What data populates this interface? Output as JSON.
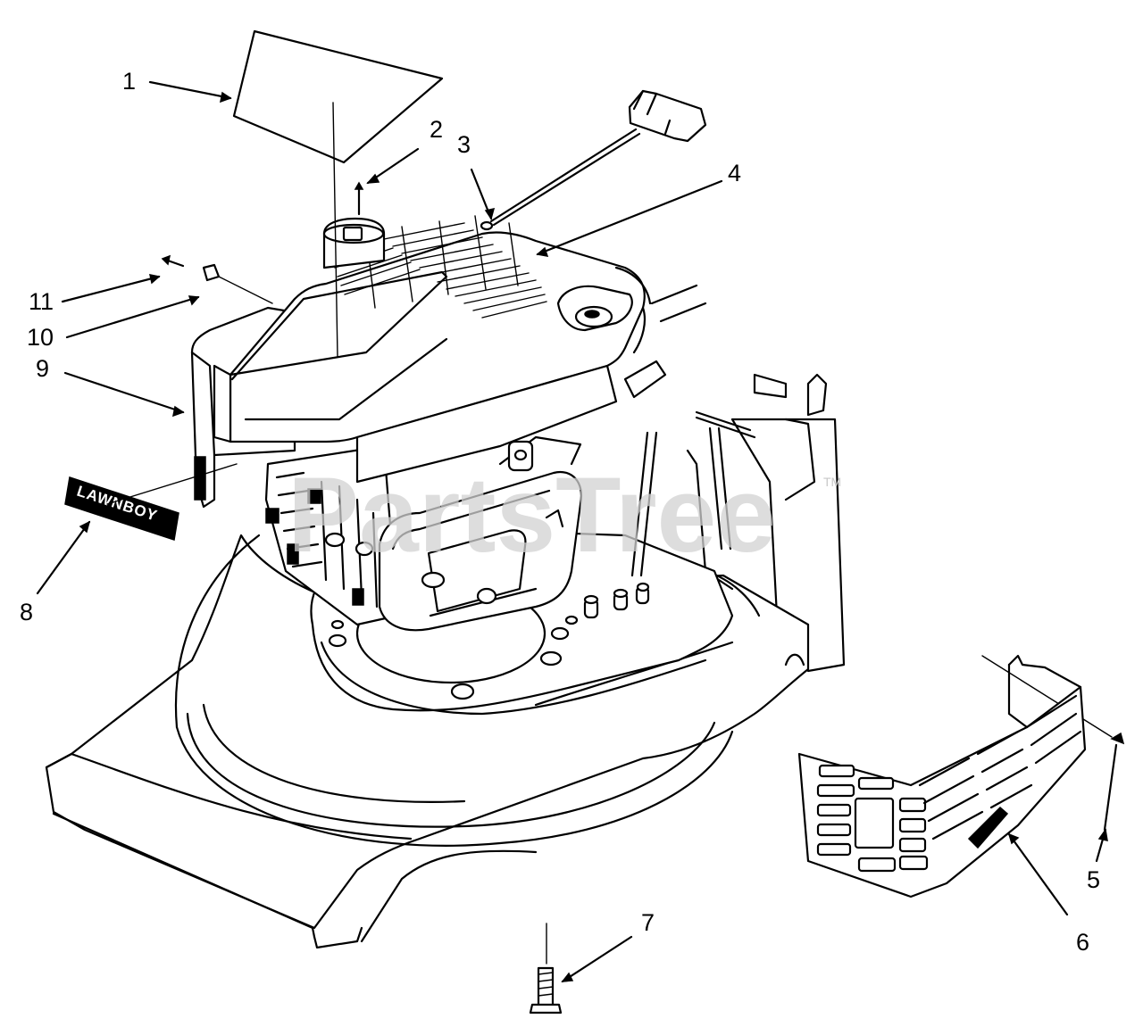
{
  "watermark": {
    "text": "PartsTree",
    "trademark": "TM"
  },
  "decal_text": "LAWNBOY",
  "callouts": [
    "1",
    "2",
    "3",
    "4",
    "5",
    "6",
    "7",
    "8",
    "9",
    "10",
    "11"
  ]
}
